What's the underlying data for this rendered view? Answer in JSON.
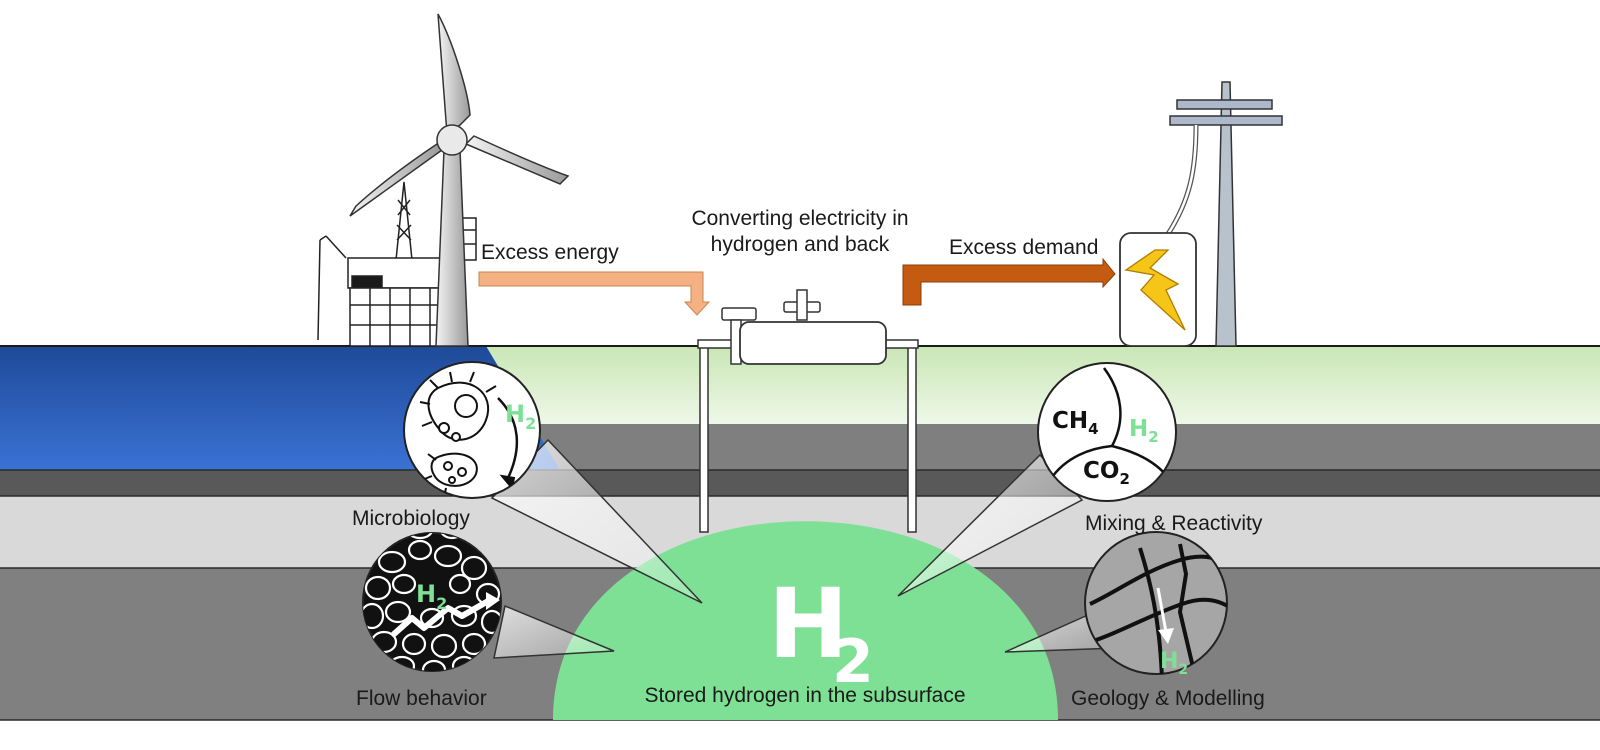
{
  "labels": {
    "excess_energy": "Excess energy",
    "converting_line1": "Converting electricity in",
    "converting_line2": "hydrogen and back",
    "excess_demand": "Excess demand",
    "microbiology": "Microbiology",
    "mixing_reactivity": "Mixing & Reactivity",
    "flow_behavior": "Flow behavior",
    "geology_modelling": "Geology & Modelling",
    "stored_hydrogen": "Stored hydrogen in the subsurface"
  },
  "formulas": {
    "h": "H",
    "two": "2",
    "ch": "CH",
    "four": "4",
    "co": "CO"
  },
  "colors": {
    "hydrogen_green": "#7de095",
    "sea_blue": "#2f63c4",
    "excess_energy_arrow": "#f4b183",
    "excess_demand_arrow": "#c55a11",
    "bolt": "#f5c518"
  }
}
